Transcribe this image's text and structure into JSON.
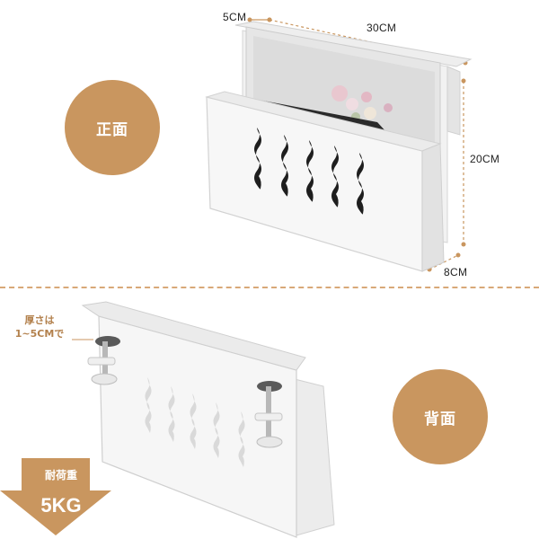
{
  "badges": {
    "front": "正面",
    "back": "背面"
  },
  "dimensions": {
    "depth_top": "5CM",
    "width": "30CM",
    "height": "20CM",
    "depth_bottom": "8CM"
  },
  "thickness": {
    "line1": "厚さは",
    "line2": "1~5CMで"
  },
  "load": {
    "label": "耐荷重",
    "value": "5KG"
  },
  "colors": {
    "accent": "#c9965f",
    "dash": "#d8a878"
  }
}
